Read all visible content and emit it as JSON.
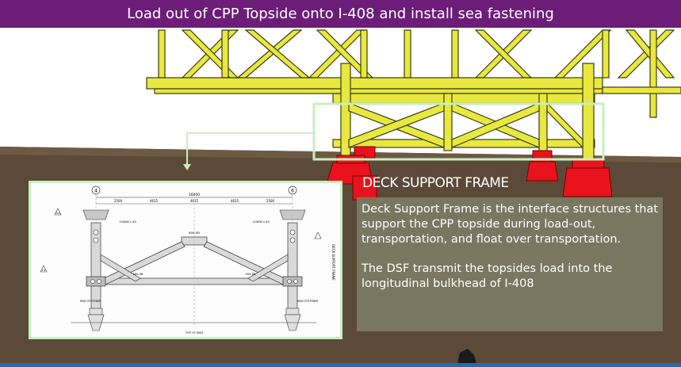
{
  "slide": {
    "title": "Load out of CPP Topside onto I-408  and install sea fastening"
  },
  "info": {
    "heading": "DECK SUPPORT FRAME",
    "paragraph1": "Deck Support Frame is the interface structures that support the CPP topside during load-out, transportation, and float over transportation.",
    "paragraph2": "The DSF transmit the topsides load into the longitudinal bulkhead of I-408"
  },
  "drawing": {
    "grid_left": "4",
    "grid_right": "6",
    "overall_dim": "16000",
    "dims": [
      "2500",
      "4615",
      "4615",
      "4615",
      "2500"
    ],
    "member_top": "600-SB",
    "member_left": "1200W x 40",
    "member_right": "1200W x 40",
    "member_bottom_left": "500-SB",
    "member_bottom_right": "500-SB",
    "level_left": "RING STIFFENER",
    "level_right": "RING STIFFENER",
    "top_of_skid": "TOP OF SKID",
    "side_label": "DECK SUPPORT FRAME",
    "tag_a": "0.5",
    "tag_b": "0.4"
  },
  "colors": {
    "title_bg": "#6b1d78",
    "frame_yellow": "#e8e840",
    "support_red": "#e8131c",
    "highlight_green": "#c9eec0",
    "ground": "#5b4a38"
  }
}
